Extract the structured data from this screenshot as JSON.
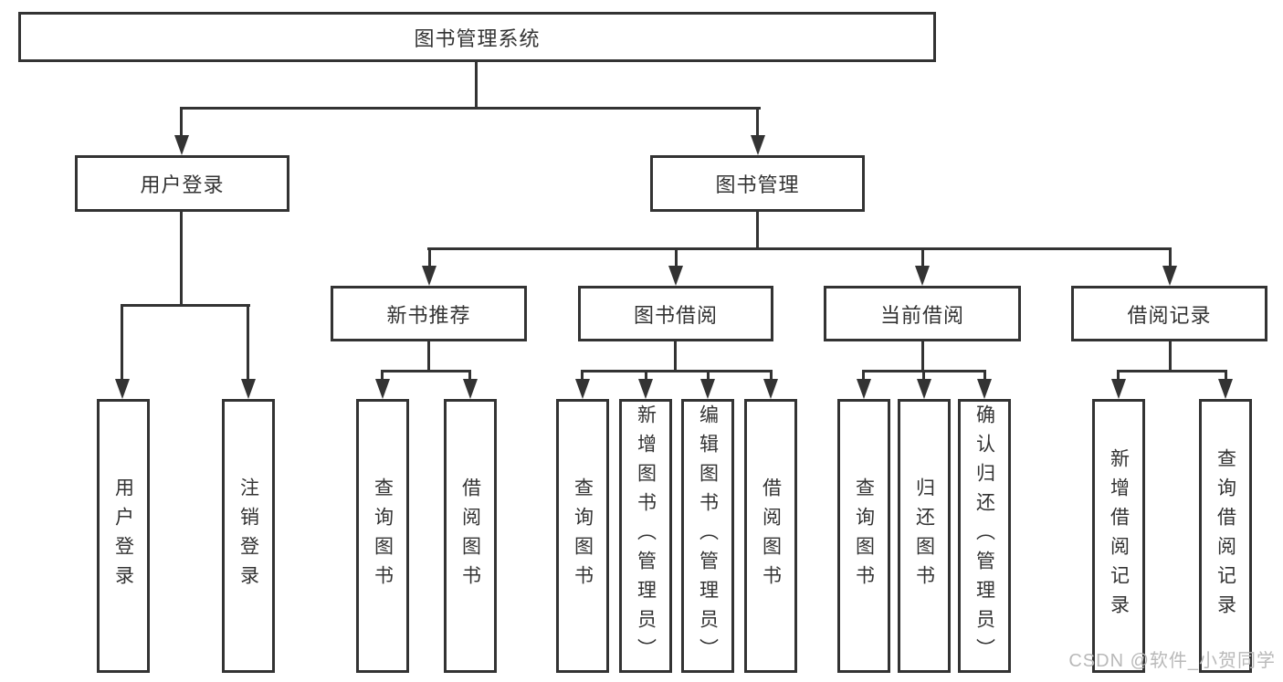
{
  "tree": {
    "label": "图书管理系统",
    "children": [
      {
        "label": "用户登录",
        "children": [
          {
            "label": "用户登录"
          },
          {
            "label": "注销登录"
          }
        ]
      },
      {
        "label": "图书管理",
        "children": [
          {
            "label": "新书推荐",
            "children": [
              {
                "label": "查询图书"
              },
              {
                "label": "借阅图书"
              }
            ]
          },
          {
            "label": "图书借阅",
            "children": [
              {
                "label": "查询图书"
              },
              {
                "label": "新增图书（管理员）"
              },
              {
                "label": "编辑图书（管理员）"
              },
              {
                "label": "借阅图书"
              }
            ]
          },
          {
            "label": "当前借阅",
            "children": [
              {
                "label": "查询图书"
              },
              {
                "label": "归还图书"
              },
              {
                "label": "确认归还（管理员）"
              }
            ]
          },
          {
            "label": "借阅记录",
            "children": [
              {
                "label": "新增借阅记录"
              },
              {
                "label": "查询借阅记录"
              }
            ]
          }
        ]
      }
    ]
  },
  "watermark": "CSDN @软件_小贺同学",
  "colors": {
    "line": "#333333",
    "text": "#333333",
    "watermark": "#b9b9b9",
    "background": "#ffffff",
    "box_bg": "#ffffff"
  }
}
